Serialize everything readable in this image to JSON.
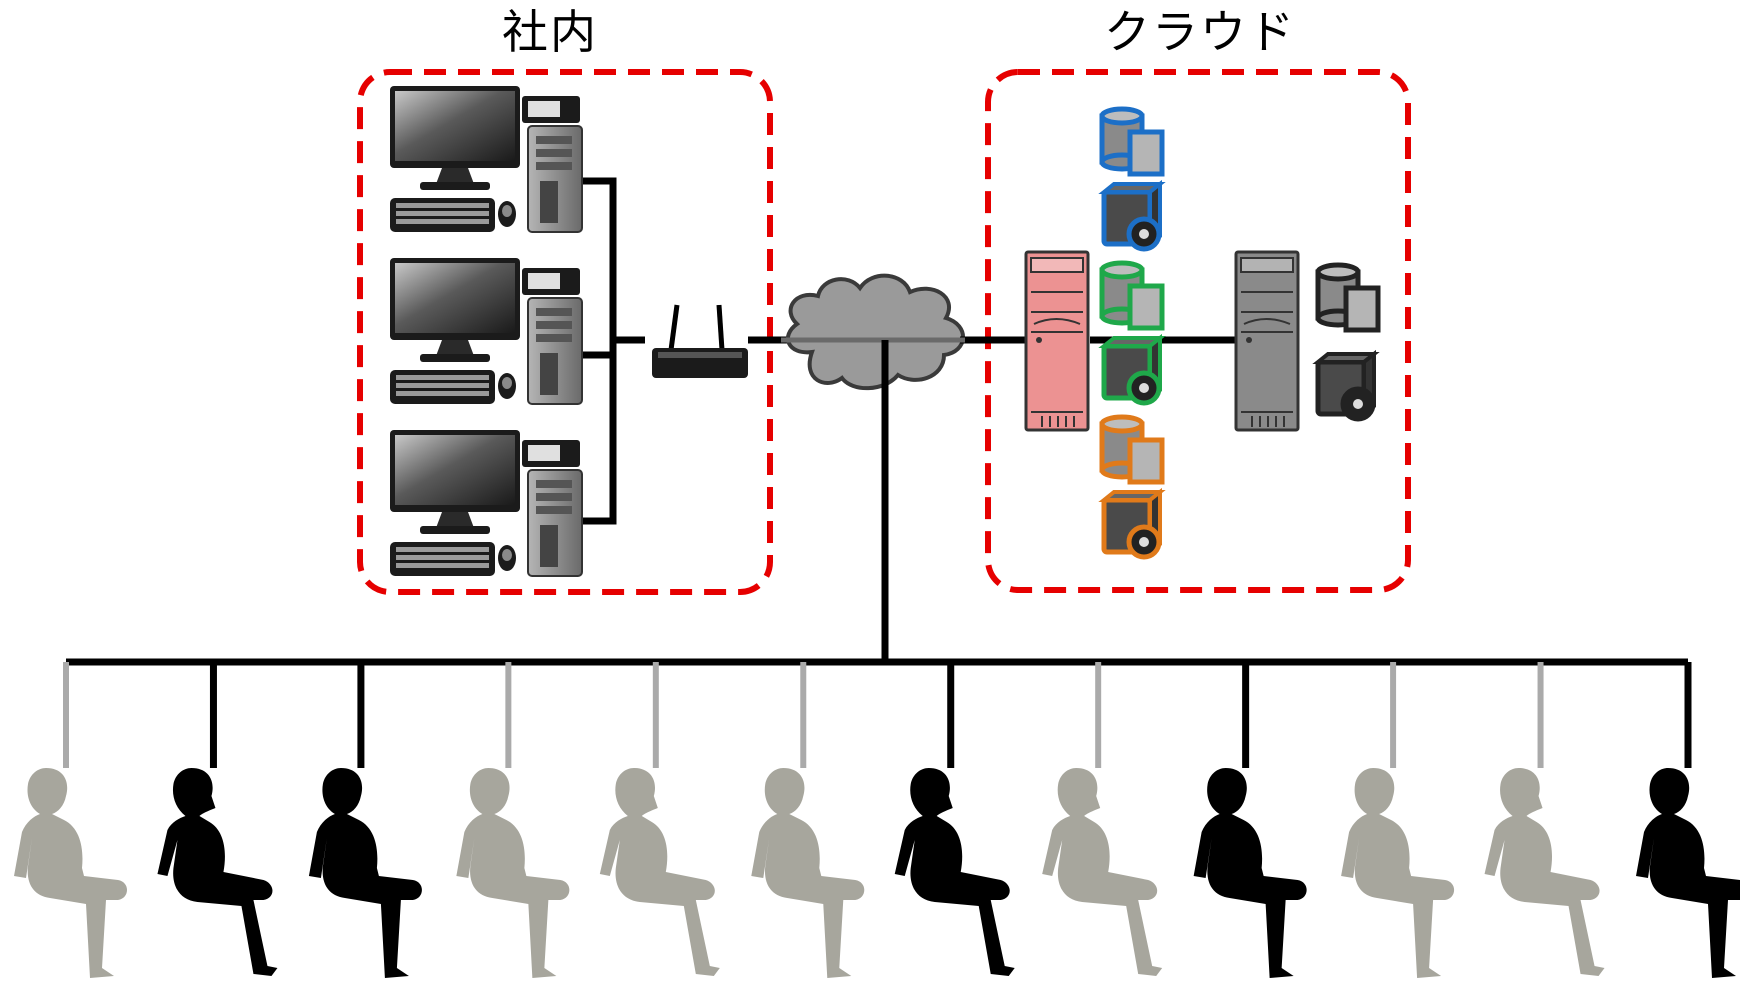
{
  "labels": {
    "onprem": "社内",
    "cloud": "クラウド"
  },
  "colors": {
    "boundary": "#e60000",
    "line": "#000000",
    "line_inactive": "#aaaaaa",
    "person_active": "#000000",
    "person_inactive": "#a7a69d",
    "cloud_fill": "#9a9a9a",
    "server_cloud_tenant": "#ec9292",
    "server_plain": "#8a8a8a",
    "app_tenants": [
      "#1c6fc7",
      "#1fa84a",
      "#e07a1a"
    ],
    "app_plain": "#222222"
  },
  "people": [
    {
      "active": false,
      "pose": "man"
    },
    {
      "active": true,
      "pose": "woman"
    },
    {
      "active": true,
      "pose": "man"
    },
    {
      "active": false,
      "pose": "man"
    },
    {
      "active": false,
      "pose": "woman"
    },
    {
      "active": false,
      "pose": "man-large"
    },
    {
      "active": true,
      "pose": "woman"
    },
    {
      "active": false,
      "pose": "woman"
    },
    {
      "active": true,
      "pose": "man"
    },
    {
      "active": false,
      "pose": "man"
    },
    {
      "active": false,
      "pose": "woman-reading"
    },
    {
      "active": true,
      "pose": "man"
    }
  ]
}
